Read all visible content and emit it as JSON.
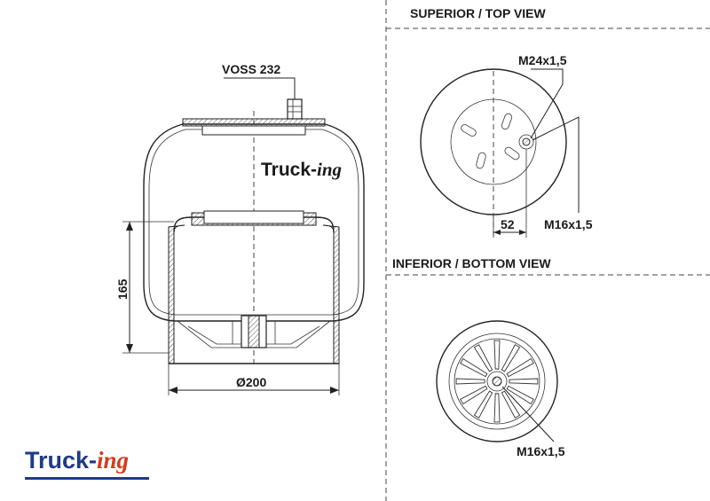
{
  "labels": {
    "top_view_title": "SUPERIOR / TOP VIEW",
    "bottom_view_title": "INFERIOR / BOTTOM VIEW",
    "fitting": "VOSS 232",
    "height": "165",
    "diameter": "Ø200",
    "top_thread_large": "M24x1,5",
    "top_thread_small": "M16x1,5",
    "offset": "52",
    "bottom_thread": "M16x1,5"
  },
  "brand": {
    "prefix": "Truck-",
    "suffix": "ing",
    "prefix_color": "#1f3a8a",
    "suffix_color": "#d63a1a"
  },
  "colors": {
    "line": "#222222",
    "hatch": "#555555"
  }
}
